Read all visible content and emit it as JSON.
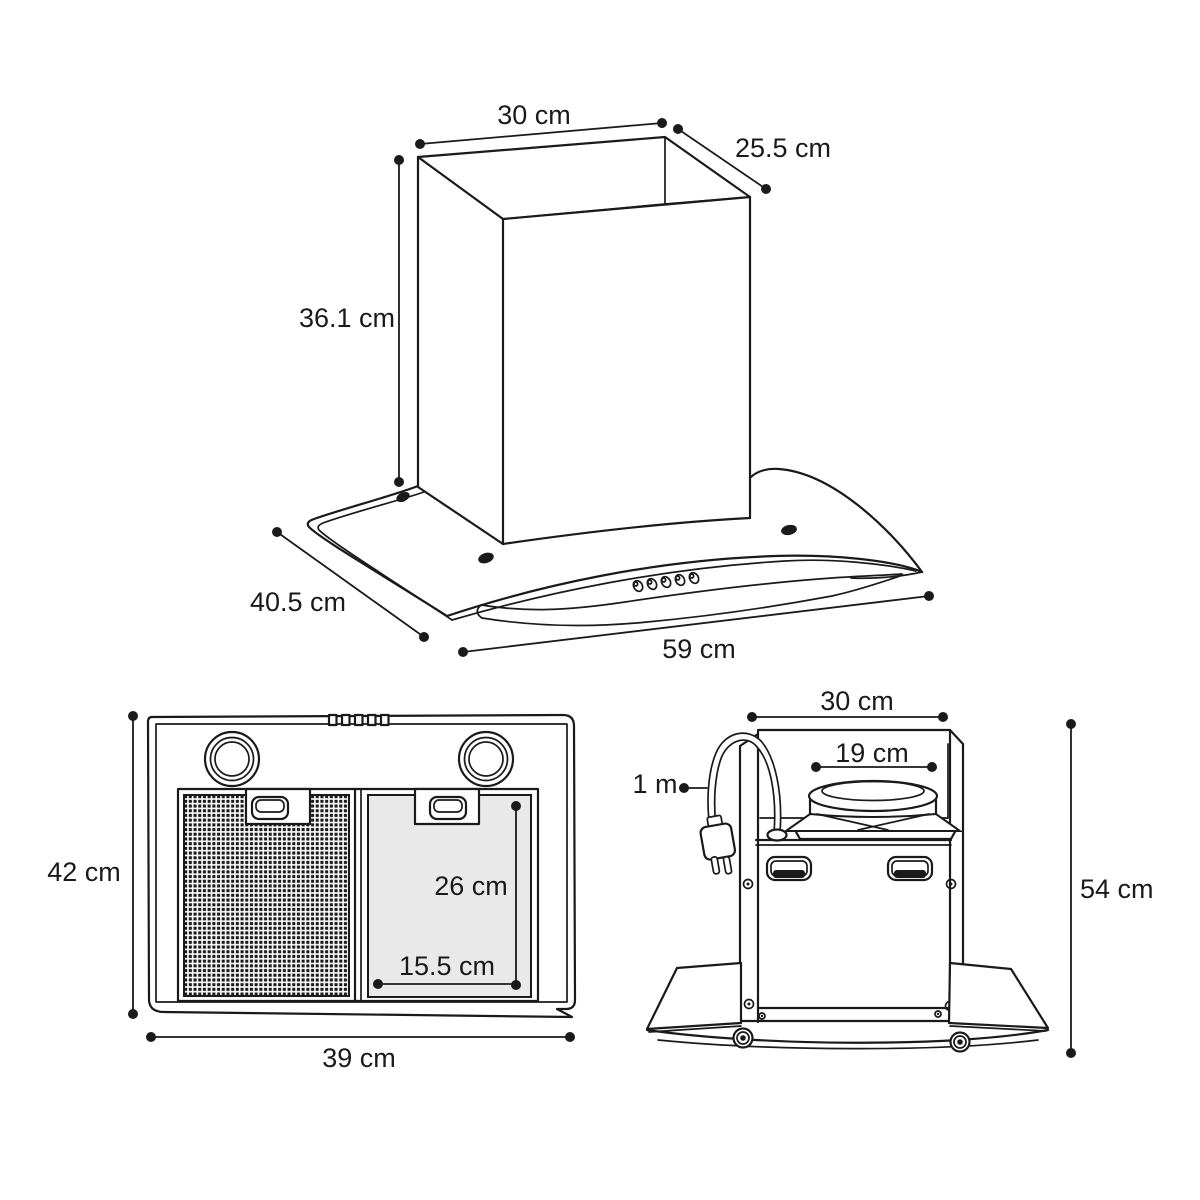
{
  "diagram": {
    "subject": "range-hood-dimensions",
    "views": {
      "perspective": {
        "top_width": "30 cm",
        "top_depth": "25.5 cm",
        "chimney_height": "36.1 cm",
        "base_depth": "40.5 cm",
        "base_width": "59 cm"
      },
      "bottom": {
        "body_height": "42 cm",
        "body_width": "39 cm",
        "filter_height": "26 cm",
        "filter_width": "15.5 cm"
      },
      "rear": {
        "duct_width": "30 cm",
        "vent_width": "19 cm",
        "cord_length": "1 m",
        "total_height": "54 cm"
      }
    },
    "colors": {
      "line": "#1a1a1a",
      "filter_fill": "#e9e9e9"
    }
  }
}
